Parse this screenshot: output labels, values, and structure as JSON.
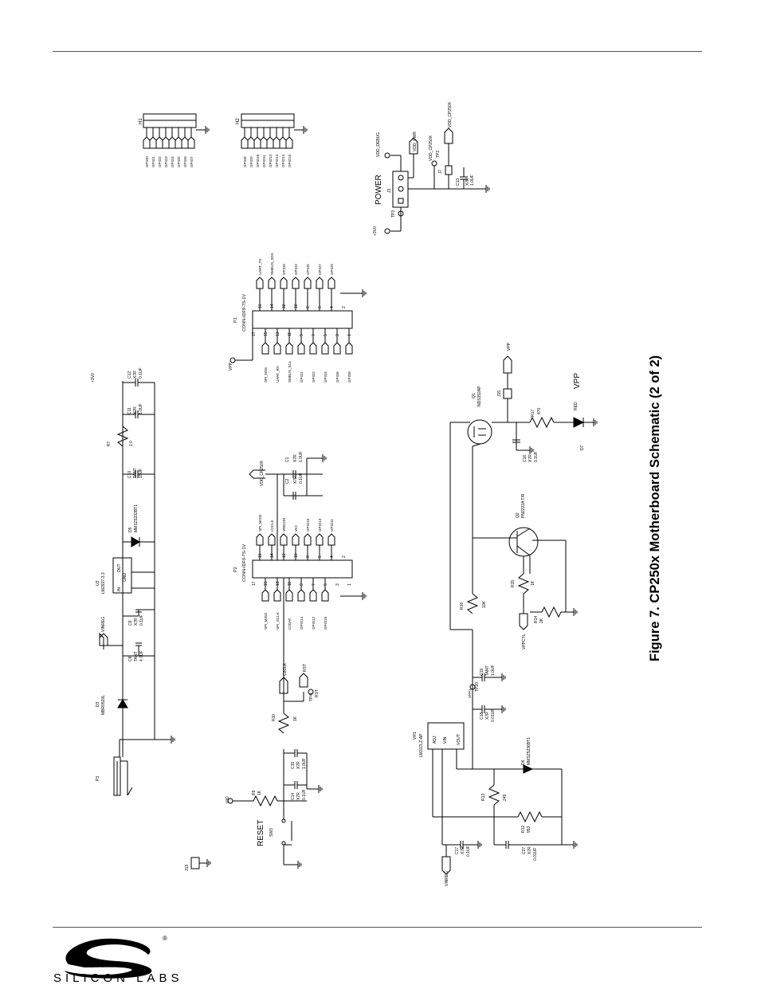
{
  "caption": "Figure 7. CP250x Motherboard Schematic (2 of 2)",
  "logo": {
    "text": "SILICON LABS",
    "registered": "®"
  },
  "headers": {
    "h1": {
      "ref": "H1",
      "signals": [
        "GPIO0",
        "GPIO1",
        "GPIO2",
        "GPIO3",
        "GPIO4",
        "GPIO5",
        "GPIO6",
        "GPIO7"
      ]
    },
    "h2": {
      "ref": "H2",
      "signals": [
        "GPIO8",
        "GPIO9",
        "GPIO10",
        "GPIO11",
        "GPIO12",
        "GPIO13",
        "GPIO14",
        "GPIO15"
      ]
    }
  },
  "power": {
    "title": "POWER",
    "j3": "J3",
    "tp3": "TP3",
    "v3v0": "+3V0",
    "vdd_debug": "VDD_DEBUG",
    "vdd_pwr": "VDD_PWR",
    "vdd_cp250x_a": "VDD_CP250X",
    "vdd_cp250x_b": "VDD_CP250X",
    "tp2": "TP2",
    "j7": "J7",
    "c13": {
      "ref": "C13",
      "type": "X7R",
      "value": "1.0UF"
    }
  },
  "p1": {
    "ref": "P1",
    "part": "CONN-IDF9-7S-1V",
    "vpp": "VPP",
    "top_labels": [
      "UART_TX",
      "SMBUS_SDA",
      "GPIO0",
      "GPIO3",
      "GPIO5",
      "GPIO7",
      "GPIO9"
    ],
    "top_pins": [
      "16",
      "14",
      "12",
      "10",
      "8",
      "6",
      "4",
      "2"
    ],
    "bottom_pins": [
      "17",
      "15",
      "13",
      "11",
      "9",
      "7",
      "5",
      "3",
      "1"
    ],
    "bottom_labels": [
      "SPI_NSS",
      "UART_RX",
      "SMBUS_SCL",
      "GPIO1",
      "GPIO2",
      "GPIO4",
      "GPIO6",
      "GPIO8"
    ]
  },
  "p2": {
    "ref": "P2",
    "part": "CONN-IDF9-7S-1V",
    "top_labels": [
      "SPI_MOSI",
      "C2CLK",
      "VREGIN",
      "VIO",
      "GPIO15",
      "GPIO13",
      "GPIO11"
    ],
    "top_pins": [
      "16",
      "14",
      "12",
      "10",
      "8",
      "6",
      "4",
      "2"
    ],
    "bottom_pins": [
      "17",
      "15",
      "13",
      "11",
      "9",
      "7",
      "5",
      "3",
      "1"
    ],
    "bottom_labels": [
      "SPI_MISO",
      "SPI_SCLK",
      "C2DAT",
      "GPIO14",
      "GPIO12",
      "GPIO10"
    ],
    "vdd": "VDD_CP250X",
    "c1": {
      "ref": "C1",
      "type": "X7R",
      "value": "1.0UF"
    },
    "c2": {
      "ref": "C2",
      "type": "X7R",
      "value": "0.1UF"
    }
  },
  "reg": {
    "p3": "P3",
    "d3": {
      "ref": "D3",
      "part": "MBR0520L"
    },
    "vinreg": "VINREG",
    "c8": {
      "ref": "C8",
      "type": "TANT",
      "value": "4.7UF"
    },
    "c9": {
      "ref": "C9",
      "type": "X7R",
      "value": "0.1UF"
    },
    "u3": {
      "ref": "U3",
      "part": "LM2937-3.3",
      "in": "IN",
      "out": "OUT",
      "gnd": "GND"
    },
    "d5": {
      "ref": "D5",
      "part": "MMSZ5232BT1"
    },
    "c10": {
      "ref": "C10",
      "type": "TANT",
      "value": "15UF"
    },
    "r7": {
      "ref": "R7",
      "value": "2.0"
    },
    "c11": {
      "ref": "C11",
      "type": "X7R",
      "value": "1.0UF"
    },
    "c12": {
      "ref": "C12",
      "type": "X7R",
      "value": "0.1UF"
    },
    "out": "+3V0"
  },
  "reset": {
    "title": "RESET",
    "sw": "SW3",
    "vio": "VIO",
    "r9": {
      "ref": "R9",
      "value": "1K"
    },
    "r10": {
      "ref": "R10",
      "value": "1K"
    },
    "c14": {
      "ref": "C14",
      "type": "X7R",
      "value": "0.1UF"
    },
    "c15": {
      "ref": "C15",
      "type": "X7R",
      "value": "1.0UF"
    },
    "c2ck": "C2CLK",
    "rst": "RST",
    "tp4": "TP4",
    "rst2": "RST"
  },
  "vpp_circuit": {
    "vr1": {
      "ref": "VR1",
      "part": "LM317LZ-AP",
      "adj": "ADJ",
      "vin": "VIN",
      "vout": "VOUT"
    },
    "vinreg": "VINREG",
    "c17": {
      "ref": "C17",
      "type": "X7R",
      "value": "0.1UF"
    },
    "c27": {
      "ref": "C27",
      "type": "X7R",
      "value": "0.01UF"
    },
    "r12": {
      "ref": "R12",
      "value": "953"
    },
    "r13": {
      "ref": "R13",
      "value": "249"
    },
    "d6": {
      "ref": "D6",
      "part": "MMSZ5236BT1"
    },
    "c18": {
      "ref": "C18",
      "type": "X7R",
      "value": "0.01UF"
    },
    "c19": {
      "ref": "C19",
      "type": "TANT",
      "value": "1.0UF"
    },
    "tp20": "TP20",
    "vpp1": "VPP1",
    "r16": {
      "ref": "R16",
      "value": "10K"
    },
    "vppctl": "VPPCTL",
    "r14": {
      "ref": "R14",
      "value": "2K"
    },
    "r15": {
      "ref": "R15",
      "value": "1K"
    },
    "q2": {
      "ref": "Q2",
      "part": "PN2222A T/R"
    },
    "q1": {
      "ref": "Q1",
      "part": "NDS352AP"
    },
    "c16": {
      "ref": "C16",
      "type": "X7R",
      "value": "0.1UF"
    },
    "r17": {
      "ref": "R17",
      "value": "470"
    },
    "j15": "J15",
    "vpp": "VPP",
    "vpp_big": "VPP",
    "d7": {
      "ref": "D7",
      "part": "RED"
    }
  },
  "j13": "J13"
}
